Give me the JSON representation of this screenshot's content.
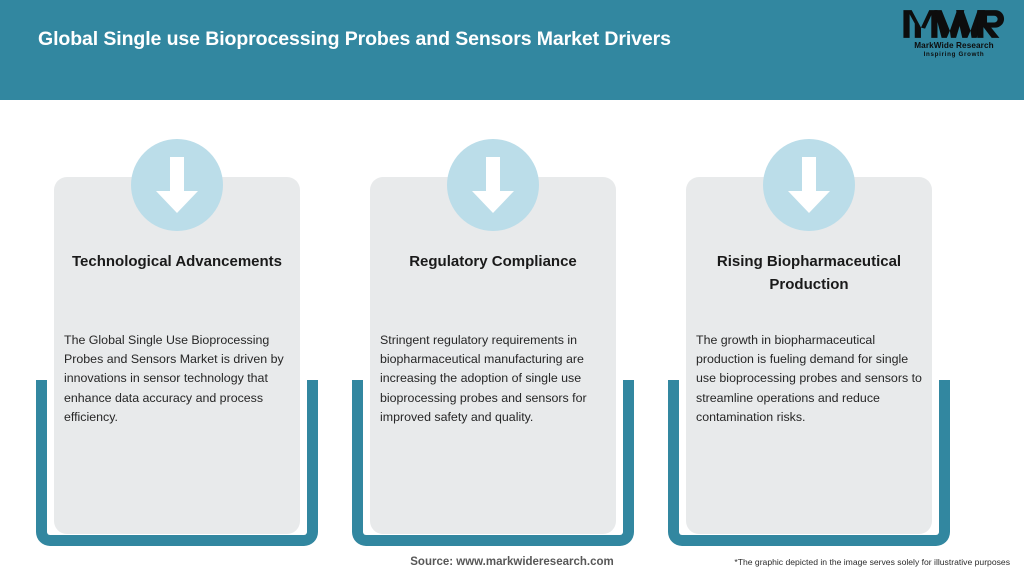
{
  "header": {
    "title": "Global Single use Bioprocessing Probes and Sensors Market Drivers",
    "background_color": "#3287a0",
    "title_color": "#ffffff"
  },
  "logo": {
    "mark": "MWR",
    "name": "MarkWide Research",
    "tagline": "Inspiring Growth"
  },
  "theme": {
    "accent_teal": "#3287a0",
    "panel_gray": "#e8eaeb",
    "circle_blue": "#bbdde9",
    "arrow_white": "#ffffff"
  },
  "cards": [
    {
      "icon": "arrow-down-icon",
      "title": "Technological Advancements",
      "body": "The Global Single Use Bioprocessing Probes and Sensors Market is driven by innovations in sensor technology that enhance data accuracy and process efficiency."
    },
    {
      "icon": "arrow-down-icon",
      "title": "Regulatory Compliance",
      "body": "Stringent regulatory requirements in biopharmaceutical manufacturing are increasing the adoption of single use bioprocessing probes and sensors for improved safety and quality."
    },
    {
      "icon": "arrow-down-icon",
      "title": "Rising Biopharmaceutical Production",
      "body": "The growth in biopharmaceutical production is fueling demand for single use bioprocessing probes and sensors to streamline operations and reduce contamination risks."
    }
  ],
  "footer": {
    "source": "Source: www.markwideresearch.com",
    "disclaimer": "*The graphic depicted in the image serves solely for illustrative purposes"
  }
}
